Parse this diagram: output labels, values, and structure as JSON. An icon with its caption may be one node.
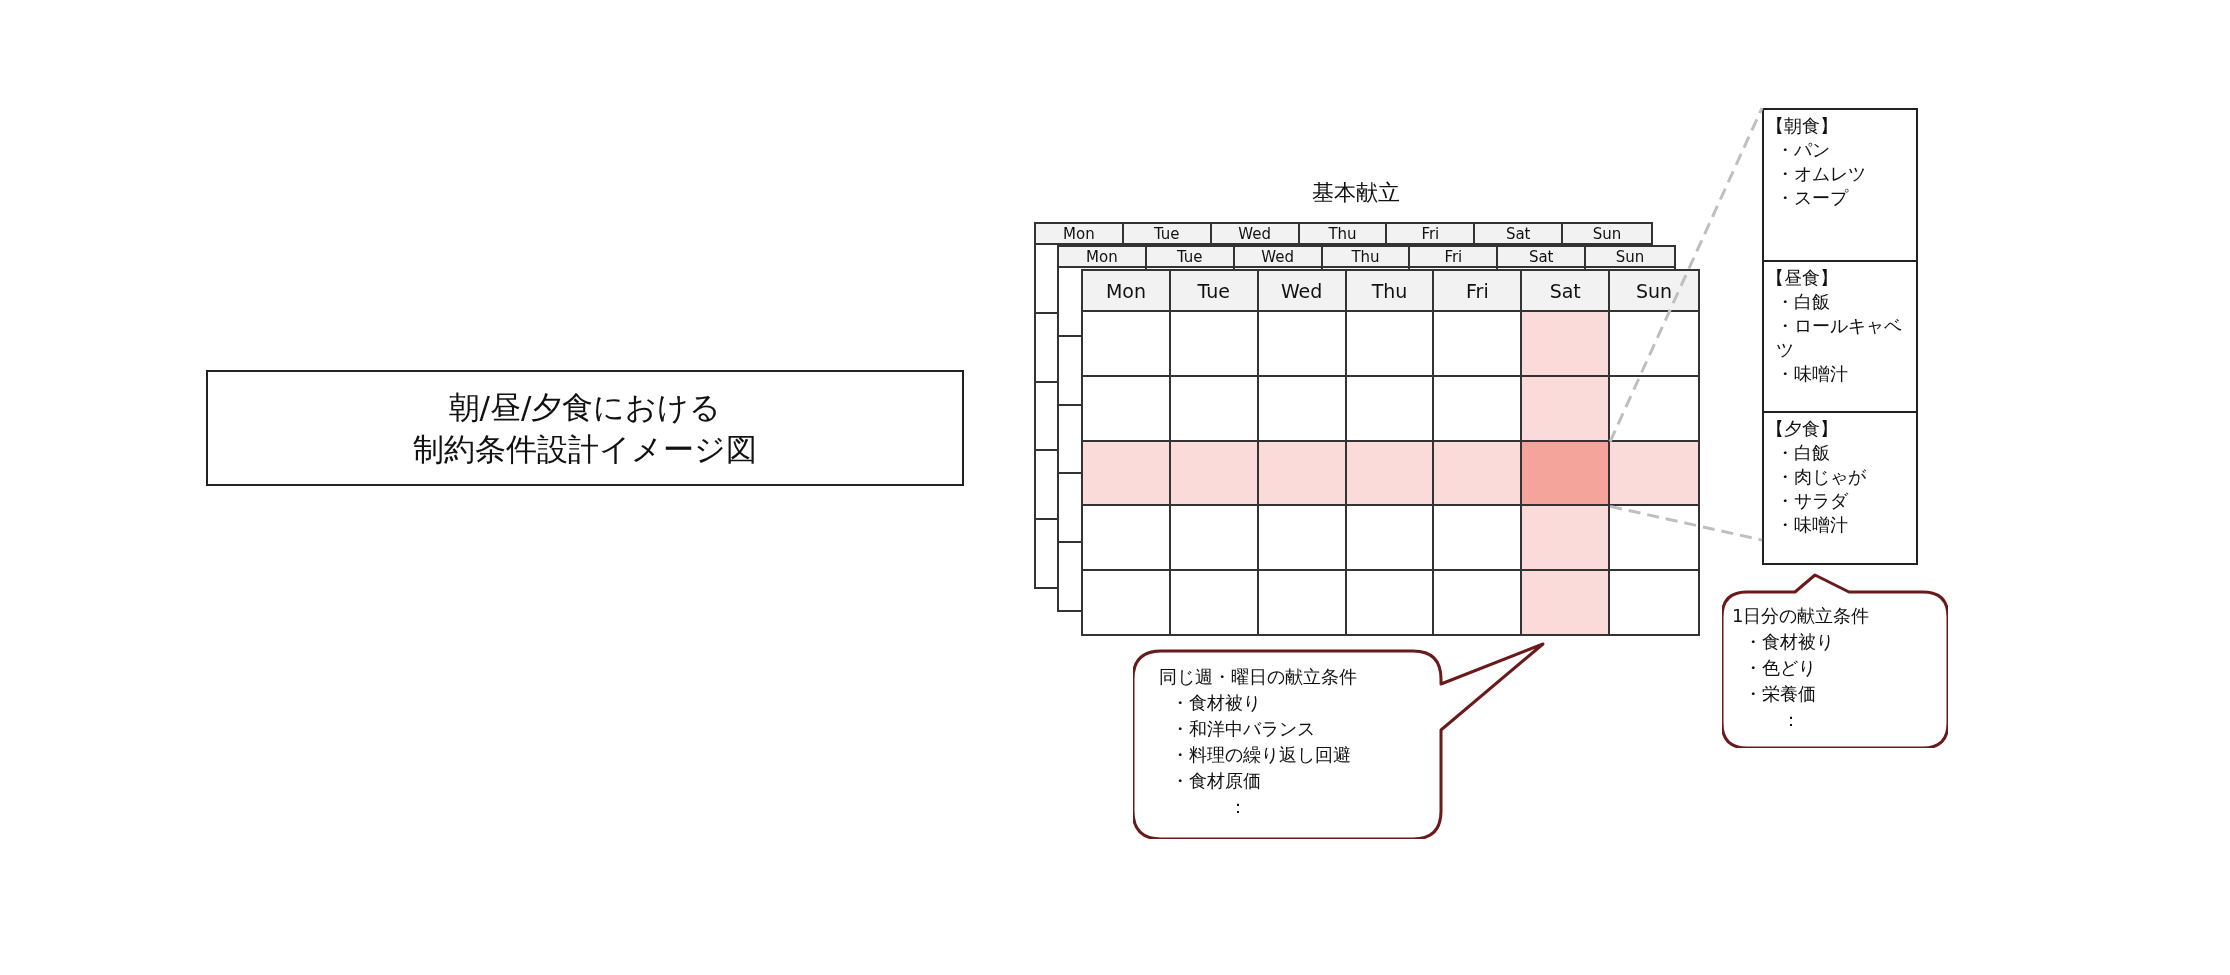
{
  "diagram": {
    "nodes": [
      {
        "text": [
          "朝/昼/夕食における",
          "制約条件設計イメージ図"
        ]
      },
      {
        "text": [],
        "shape": "box"
      },
      {
        "text": [],
        "shape": "box"
      },
      {
        "text": [
          "【朝食】",
          "・パン",
          "・オムレツ",
          "・スープ"
        ],
        "in": 2
      },
      {
        "text": [
          "【昼食】",
          "・白飯",
          "・ロールキャベツ",
          "・味噌汁"
        ],
        "in": 2
      },
      {
        "text": [
          "【夕食】",
          "・白飯",
          "・肉じゃが",
          "・サラダ",
          "・味噌汁"
        ],
        "in": 2
      },
      {
        "text": [
          "同じ週・曜日の献立条件",
          "・食材被り",
          "・和洋中バランス",
          "・料理の繰り返し回避",
          "・食材原価",
          "："
        ]
      },
      {
        "text": [
          "1日分の献立条件",
          "・食材被り",
          "・色どり",
          "・栄養価",
          "："
        ]
      }
    ],
    "edges": [
      {
        "from": 1,
        "to": 2,
        "arrow": "none",
        "style": "dashed",
        "color": "#bfbfbf"
      },
      {
        "from": 1,
        "to": 2,
        "arrow": "none",
        "style": "dashed",
        "color": "#bfbfbf"
      }
    ],
    "labels": [
      "基本献立",
      "Mon",
      "Tue",
      "Wed",
      "Thu",
      "Fri",
      "Sat",
      "Sun",
      "Mon",
      "Tue",
      "Wed",
      "Thu",
      "Fri",
      "Sat",
      "Sun",
      "Mon",
      "Tue",
      "Wed",
      "Thu",
      "Fri",
      "Sat",
      "Sun"
    ]
  }
}
